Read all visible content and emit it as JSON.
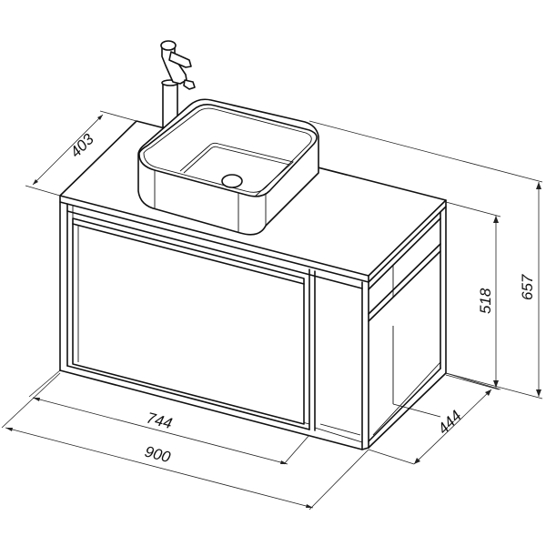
{
  "drawing": {
    "subject": "Vanity unit with vessel basin and faucet",
    "line_color": "#111111",
    "background": "#ffffff"
  },
  "dimensions": {
    "basin_depth": "403",
    "overall_height": "657",
    "cabinet_height": "518",
    "cabinet_depth": "444",
    "drawer_width": "744",
    "overall_width": "900"
  }
}
